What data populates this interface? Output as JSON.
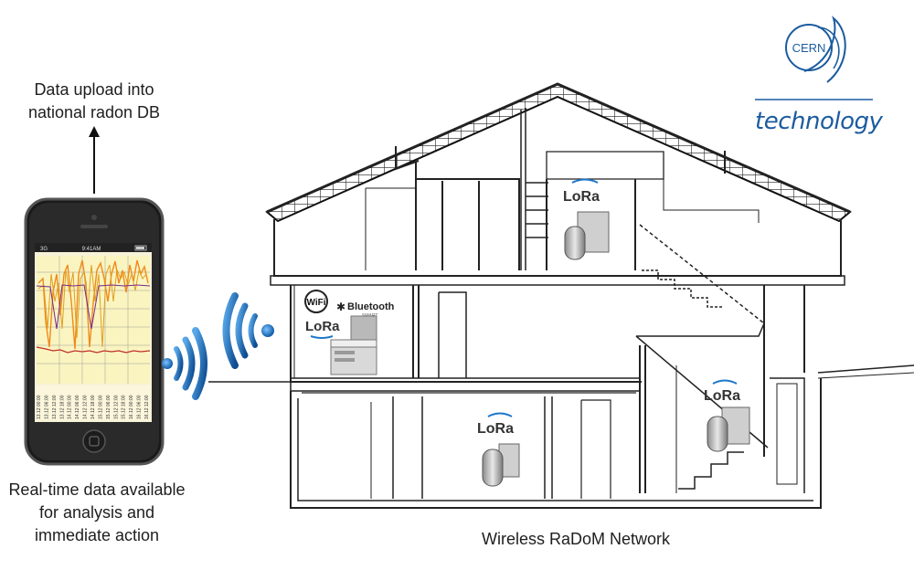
{
  "upload_label": "Data upload into national radon DB",
  "realtime_label": "Real-time data available for analysis and immediate action",
  "network_label": "Wireless RaDoM Network",
  "cern": {
    "logo_text": "CERN",
    "tagline": "technology"
  },
  "phone": {
    "carrier": "3G",
    "time": "9:41AM",
    "timestamps": [
      "13.12 00:00",
      "13.12 06:00",
      "13.12 12:00",
      "13.12 18:00",
      "14.12 00:00",
      "14.12 06:00",
      "14.12 12:00",
      "14.12 18:00",
      "15.12 00:00",
      "15.12 06:00",
      "15.12 12:00",
      "15.12 18:00",
      "16.12 00:00",
      "16.12 06:00",
      "16.12 12:00"
    ]
  },
  "badges": {
    "lora": "LoRa",
    "wifi": "WiFi",
    "bluetooth": "Bluetooth",
    "bluetooth_sub": "SMART"
  },
  "colors": {
    "cern_blue": "#1b5b9f",
    "signal_blue": "#1f77c9",
    "lora_dark": "#333333"
  }
}
